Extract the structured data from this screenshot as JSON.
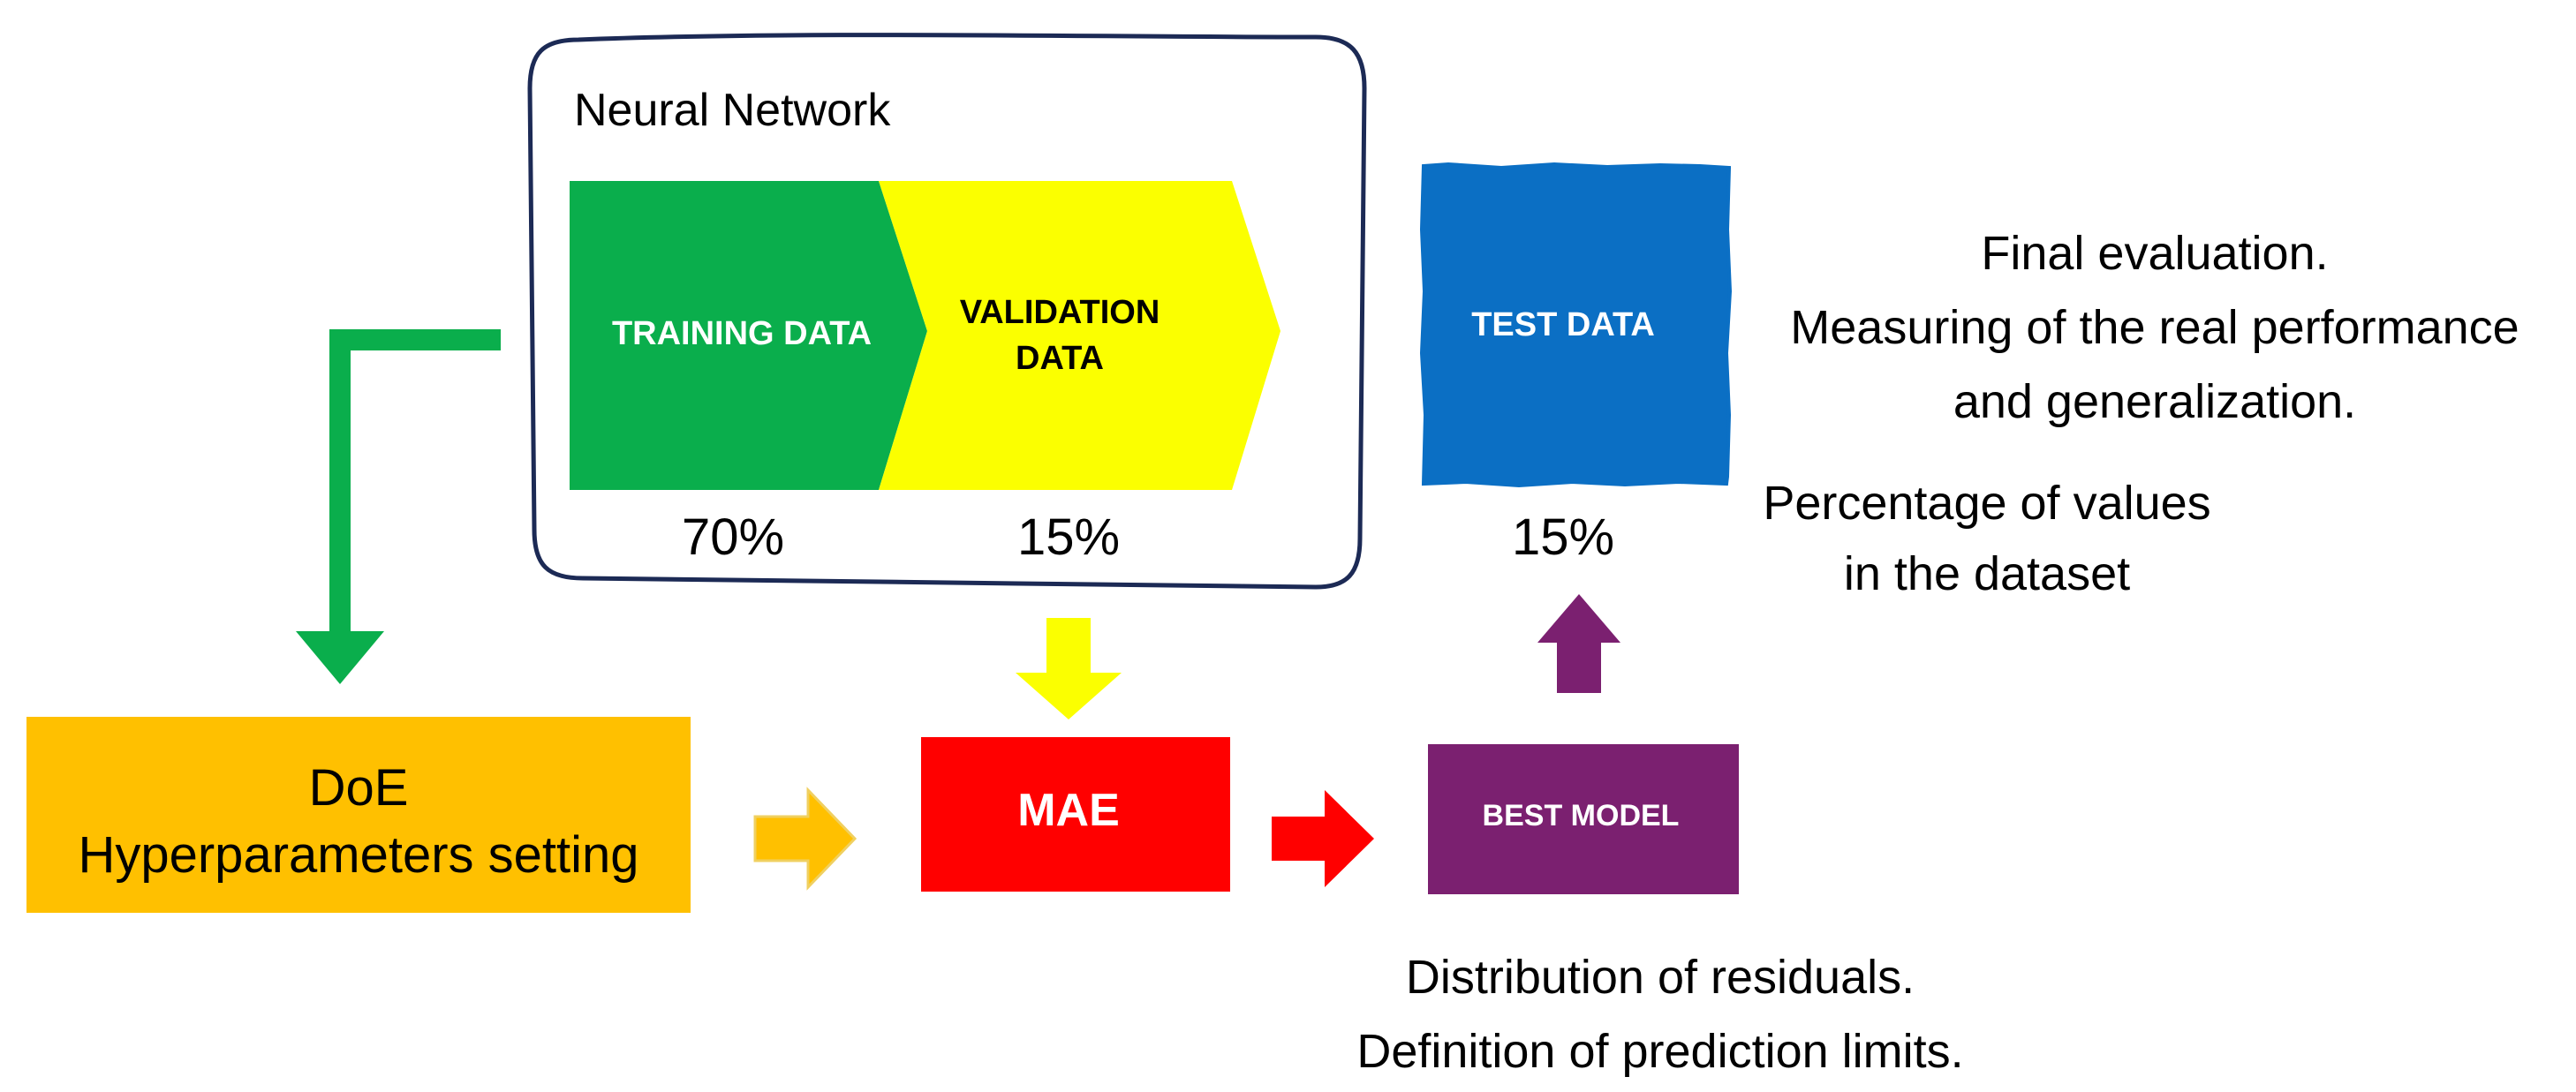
{
  "neural_network": {
    "title": "Neural Network"
  },
  "segments": {
    "training": {
      "label": "TRAINING DATA",
      "percent": "70%",
      "color": "#0aae4c"
    },
    "validation": {
      "label_line1": "VALIDATION",
      "label_line2": "DATA",
      "percent": "15%",
      "color": "#fbff00"
    },
    "test": {
      "label": "TEST DATA",
      "percent": "15%",
      "color": "#0b6fc4"
    }
  },
  "boxes": {
    "doe": {
      "line1": "DoE",
      "line2": "Hyperparameters setting",
      "color": "#ffc000"
    },
    "mae": {
      "label": "MAE",
      "color": "#ff0000"
    },
    "best_model": {
      "label": "BEST MODEL",
      "color": "#7b2070"
    }
  },
  "notes": {
    "final_line1": "Final evaluation.",
    "final_line2": "Measuring of the real performance",
    "final_line3": "and generalization.",
    "percentage_line1": "Percentage of values",
    "percentage_line2": "in the dataset",
    "residuals_line1": "Distribution of residuals.",
    "residuals_line2": "Definition of prediction limits."
  },
  "arrow_colors": {
    "green": "#0aae4c",
    "yellow": "#fbff00",
    "orange": "#ffc000",
    "red": "#ff0000",
    "purple": "#7b2070"
  }
}
